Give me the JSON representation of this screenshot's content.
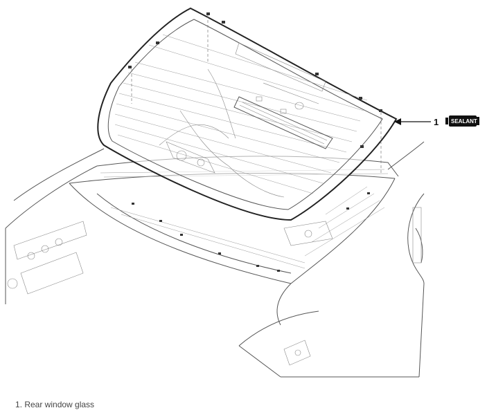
{
  "diagram": {
    "callout_number": "1",
    "sealant_label": "SEALANT",
    "caption": "1. Rear window glass"
  }
}
